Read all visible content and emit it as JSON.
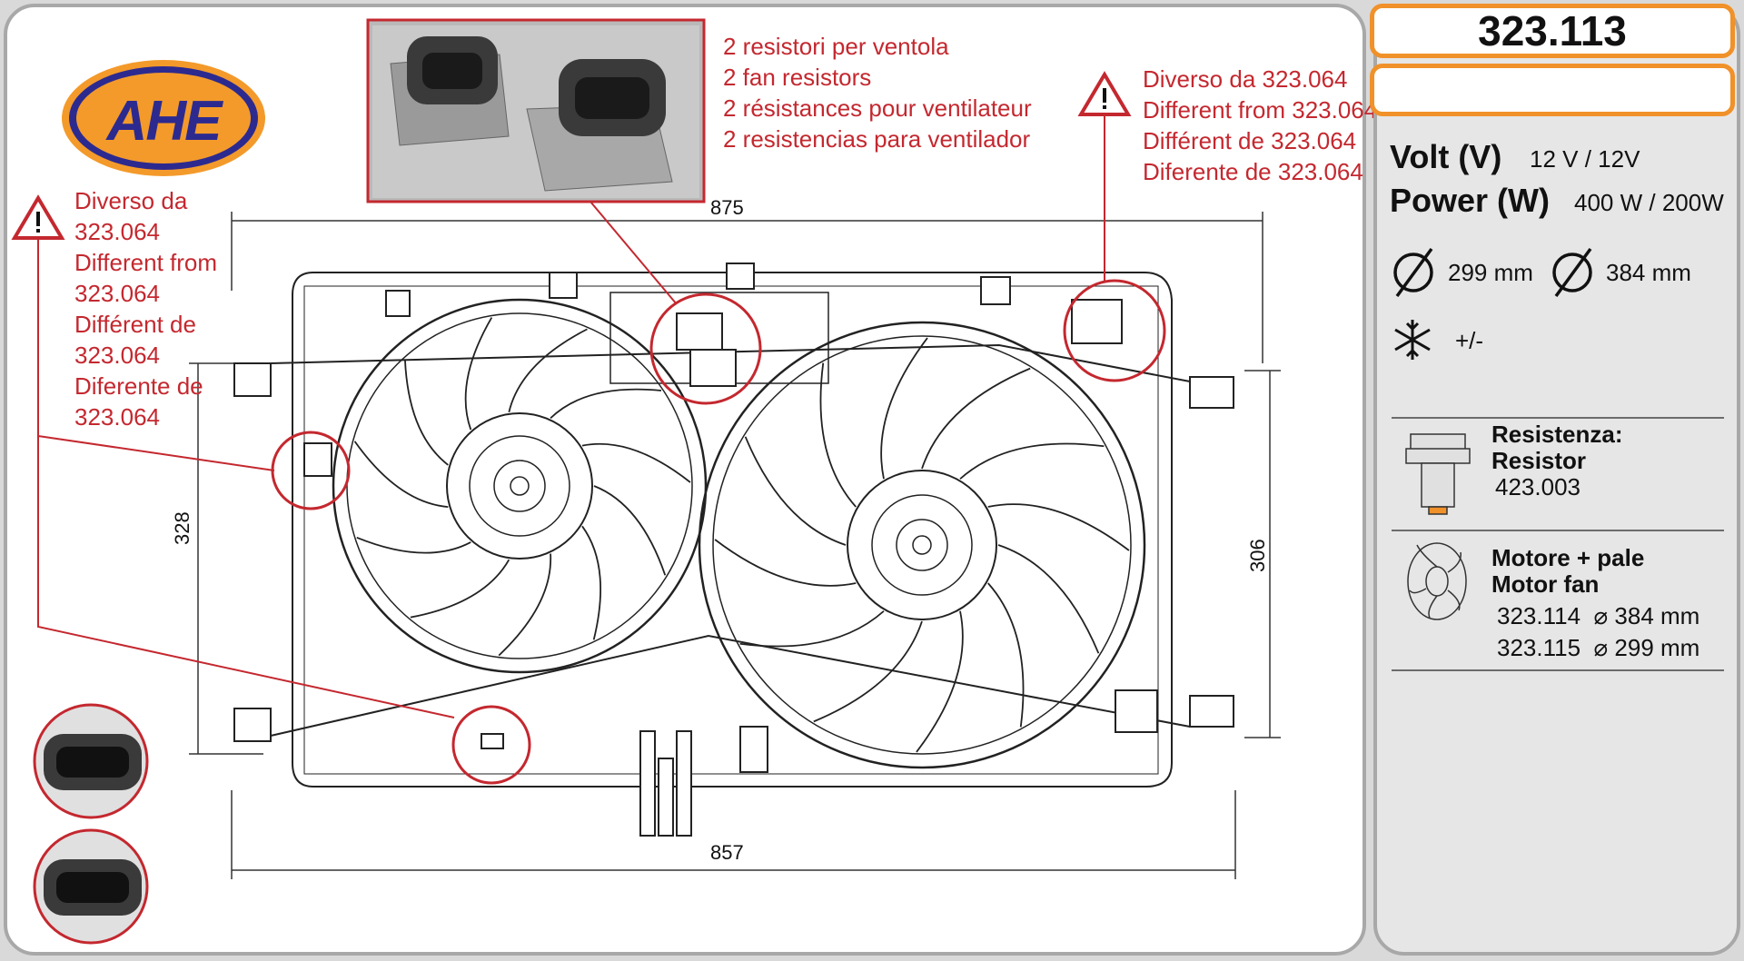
{
  "brand": {
    "logo_text": "AHE"
  },
  "part_number": "323.113",
  "notes": {
    "resistors": [
      "2 resistori per ventola",
      "2 fan resistors",
      "2 résistances pour ventilateur",
      "2 resistencias para ventilador"
    ],
    "different_right": [
      "Diverso da 323.064",
      "Different from 323.064",
      "Différent de 323.064",
      "Diferente de 323.064"
    ],
    "different_left": [
      "Diverso da",
      "323.064",
      "Different from",
      "323.064",
      "Différent de",
      "323.064",
      "Diferente de",
      "323.064"
    ]
  },
  "dimensions": {
    "top": "875",
    "bottom": "857",
    "left": "328",
    "right": "306"
  },
  "specs": {
    "volt_label": "Volt (V)",
    "volt_value": "12 V / 12V",
    "power_label": "Power (W)",
    "power_value": "400 W / 200W",
    "diameter_1": "299 mm",
    "diameter_2": "384 mm",
    "ac": "+/-"
  },
  "resistor": {
    "title_it": "Resistenza:",
    "title_en": "Resistor",
    "code": "423.003"
  },
  "motor": {
    "title_it": "Motore + pale",
    "title_en": "Motor fan",
    "items": [
      {
        "code": "323.114",
        "size": "384 mm"
      },
      {
        "code": "323.115",
        "size": "299 mm"
      }
    ]
  },
  "colors": {
    "accent_orange": "#f0912a",
    "note_red": "#c4282f",
    "logo_blue": "#2d2a8f",
    "logo_orange": "#f39a2b"
  },
  "icons": [
    "warning-triangle-icon",
    "diameter-icon",
    "snowflake-icon",
    "resistor-icon",
    "fan-icon"
  ]
}
